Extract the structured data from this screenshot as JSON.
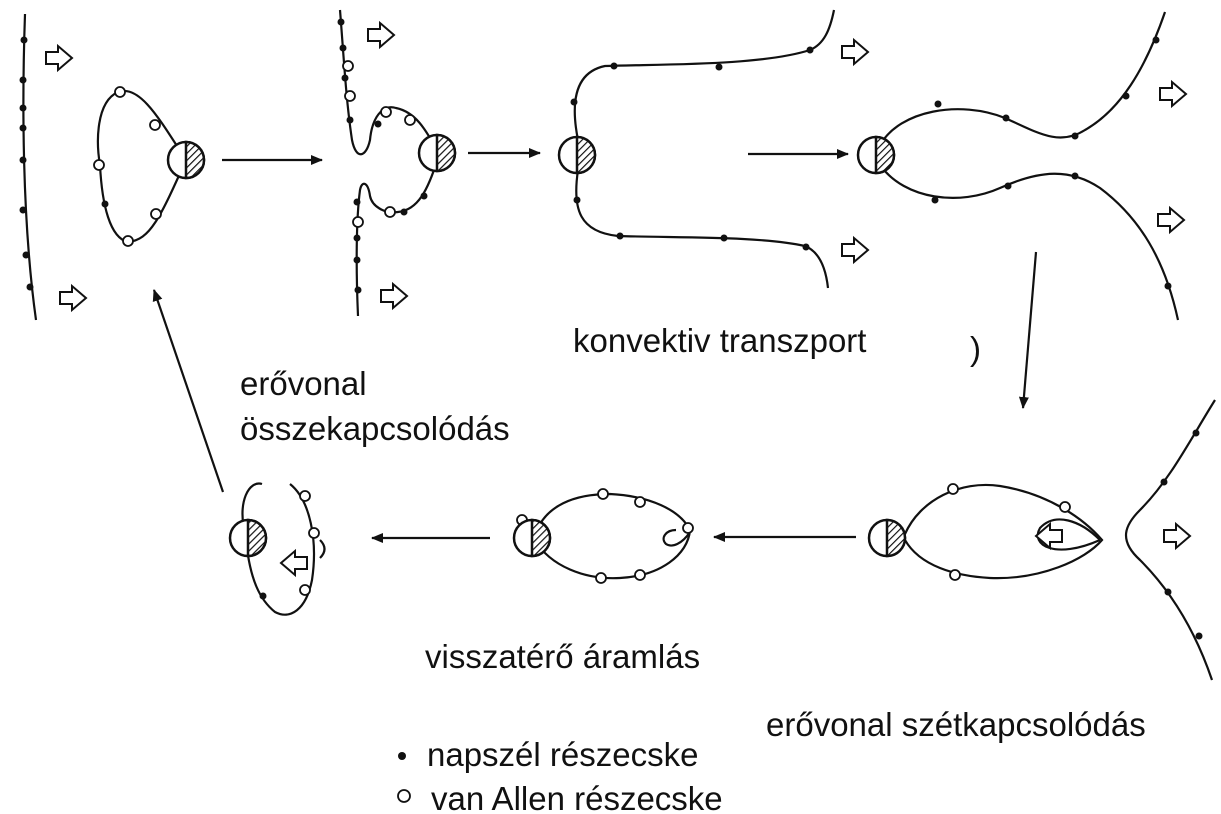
{
  "labels": {
    "reconnection": [
      "erővonal",
      "összekapcsolódás"
    ],
    "convective": "konvektiv transzport",
    "return_flow": "visszatérő áramlás",
    "disconnection": "erővonal szétkapcsolódás"
  },
  "legend": {
    "solar_wind": "napszél részecske",
    "van_allen": "van Allen részecske"
  },
  "stray_mark": ")",
  "colors": {
    "ink": "#111111",
    "background": "#ffffff"
  },
  "icons": [
    "earth-icon",
    "solar-wind-arrow-icon",
    "stage-arrow-icon"
  ]
}
